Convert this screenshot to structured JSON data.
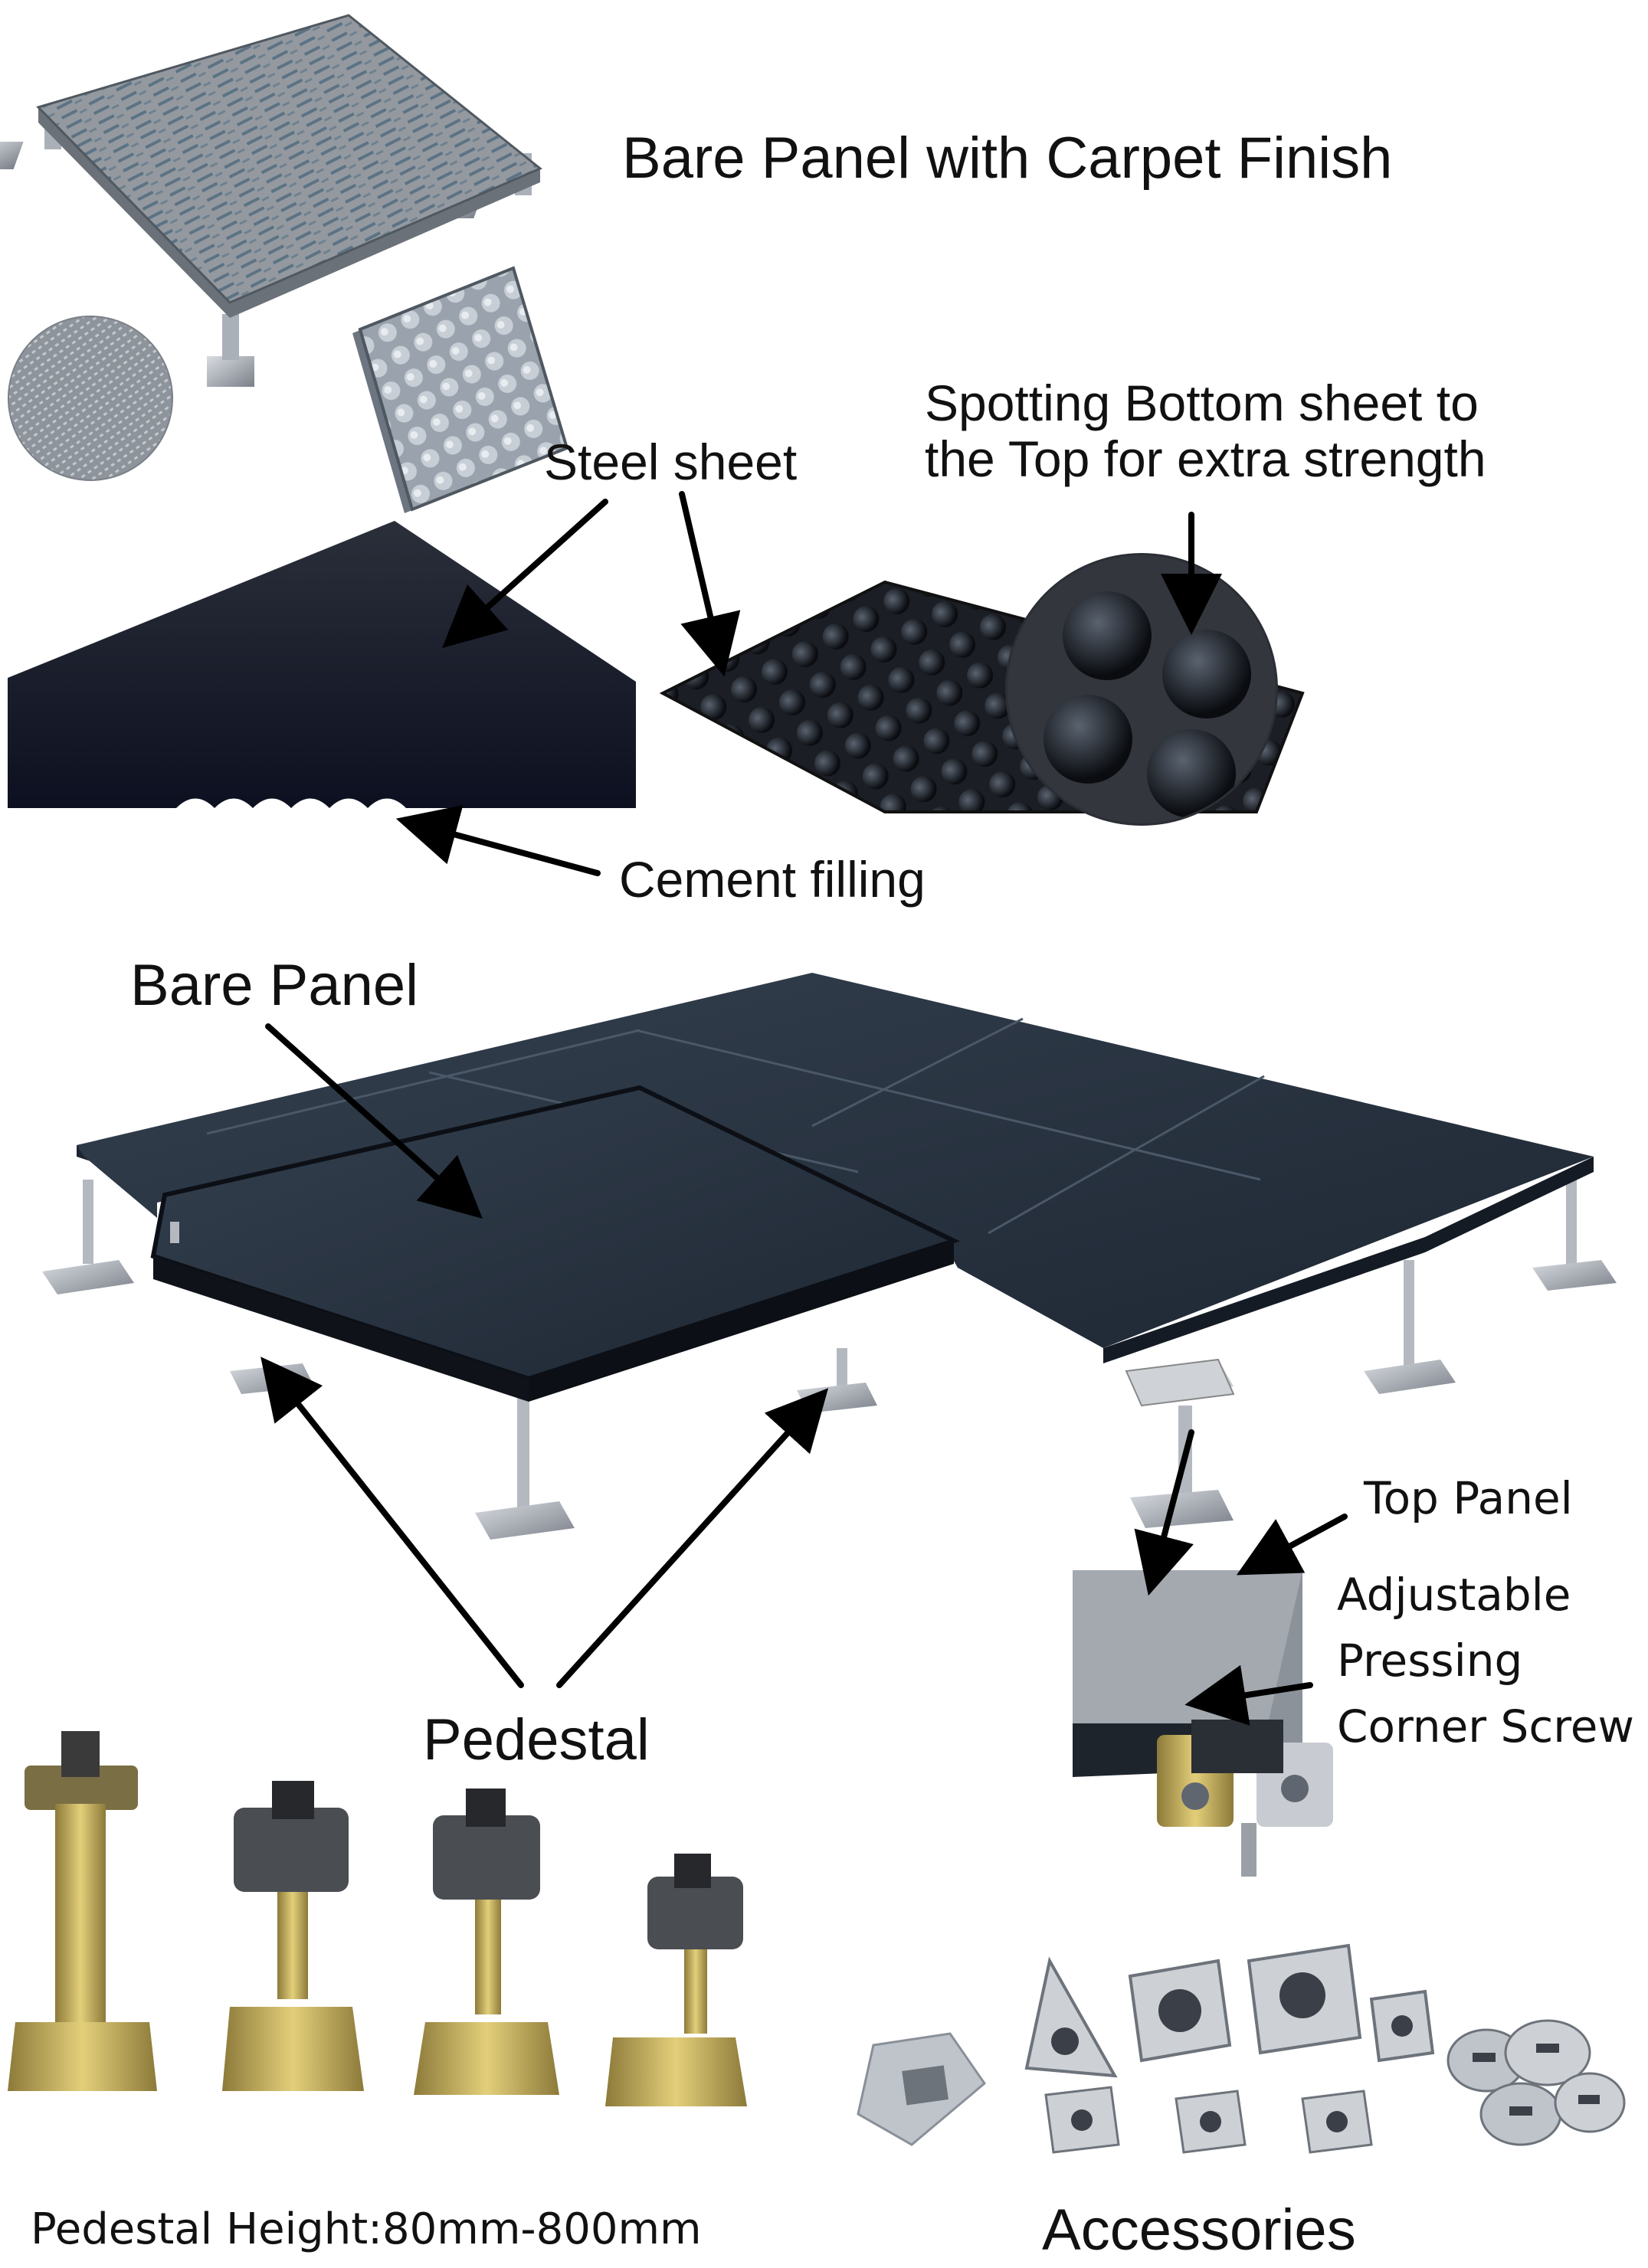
{
  "labels": {
    "bare_panel_carpet": "Bare Panel with Carpet Finish",
    "steel_sheet": "Steel sheet",
    "spotting": [
      "Spotting Bottom sheet to",
      "the Top for extra strength"
    ],
    "cement_filling": "Cement filling",
    "bare_panel": "Bare Panel",
    "top_panel": "Top Panel",
    "adjustable_screw": [
      "Adjustable",
      "Pressing",
      "Corner Screw"
    ],
    "pedestal": "Pedestal",
    "pedestal_height": "Pedestal Height:80mm-800mm",
    "accessories": "Accessories"
  },
  "colors": {
    "panel_dark": "#2b3542",
    "steel": "#9aa0a6",
    "pedestal_gold": "#c9a642",
    "arrow": "#000000",
    "carpet": "#8a8f96"
  }
}
